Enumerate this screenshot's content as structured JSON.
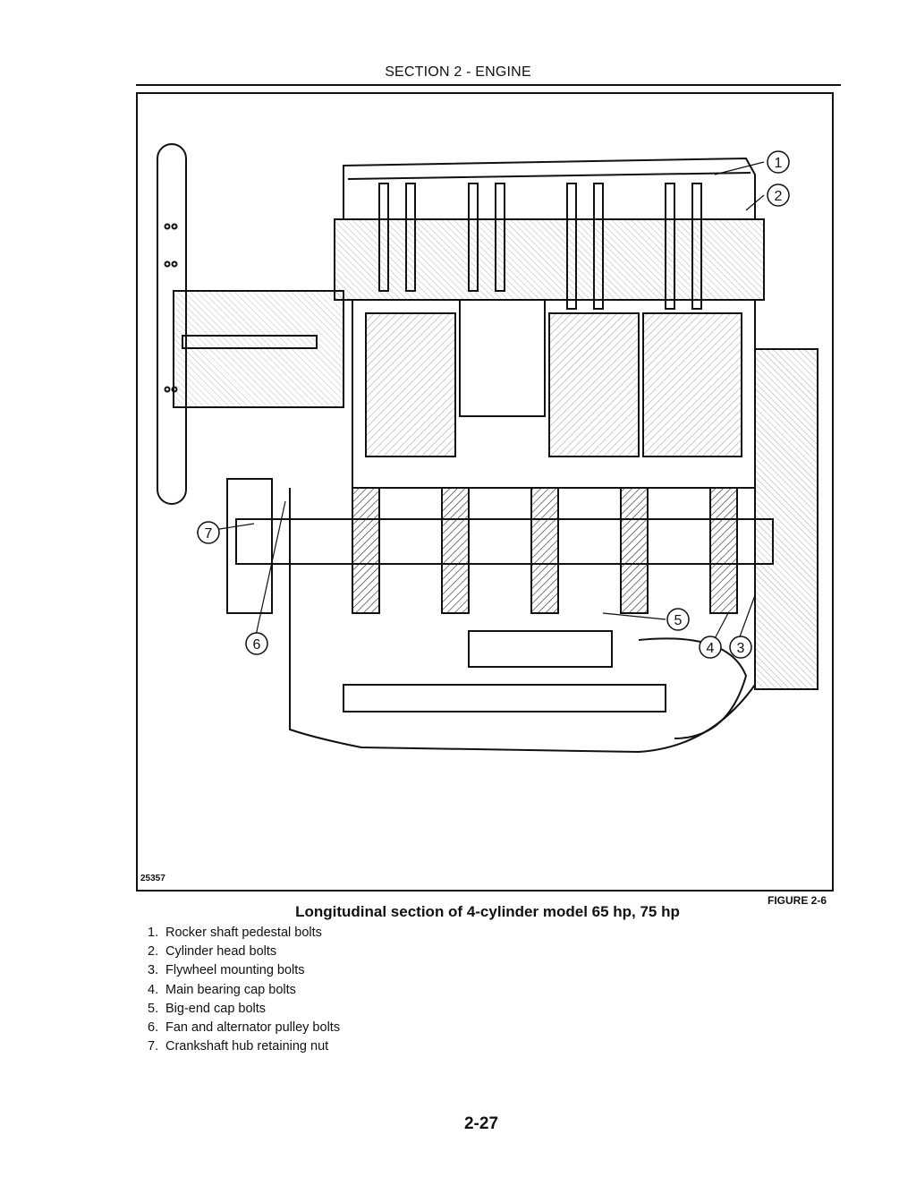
{
  "header": {
    "section_title": "SECTION 2 - ENGINE"
  },
  "figure": {
    "reference_number": "25357",
    "caption": "Longitudinal section of 4-cylinder model 65 hp, 75 hp",
    "figure_label": "FIGURE 2-6",
    "callouts": [
      "1",
      "2",
      "3",
      "4",
      "5",
      "6",
      "7"
    ]
  },
  "legend": {
    "items": [
      {
        "num": "1.",
        "text": "Rocker shaft pedestal bolts"
      },
      {
        "num": "2.",
        "text": "Cylinder head bolts"
      },
      {
        "num": "3.",
        "text": "Flywheel mounting bolts"
      },
      {
        "num": "4.",
        "text": "Main bearing cap bolts"
      },
      {
        "num": "5.",
        "text": "Big-end cap bolts"
      },
      {
        "num": "6.",
        "text": "Fan and alternator pulley bolts"
      },
      {
        "num": "7.",
        "text": "Crankshaft hub retaining nut"
      }
    ]
  },
  "footer": {
    "page_number": "2-27"
  }
}
